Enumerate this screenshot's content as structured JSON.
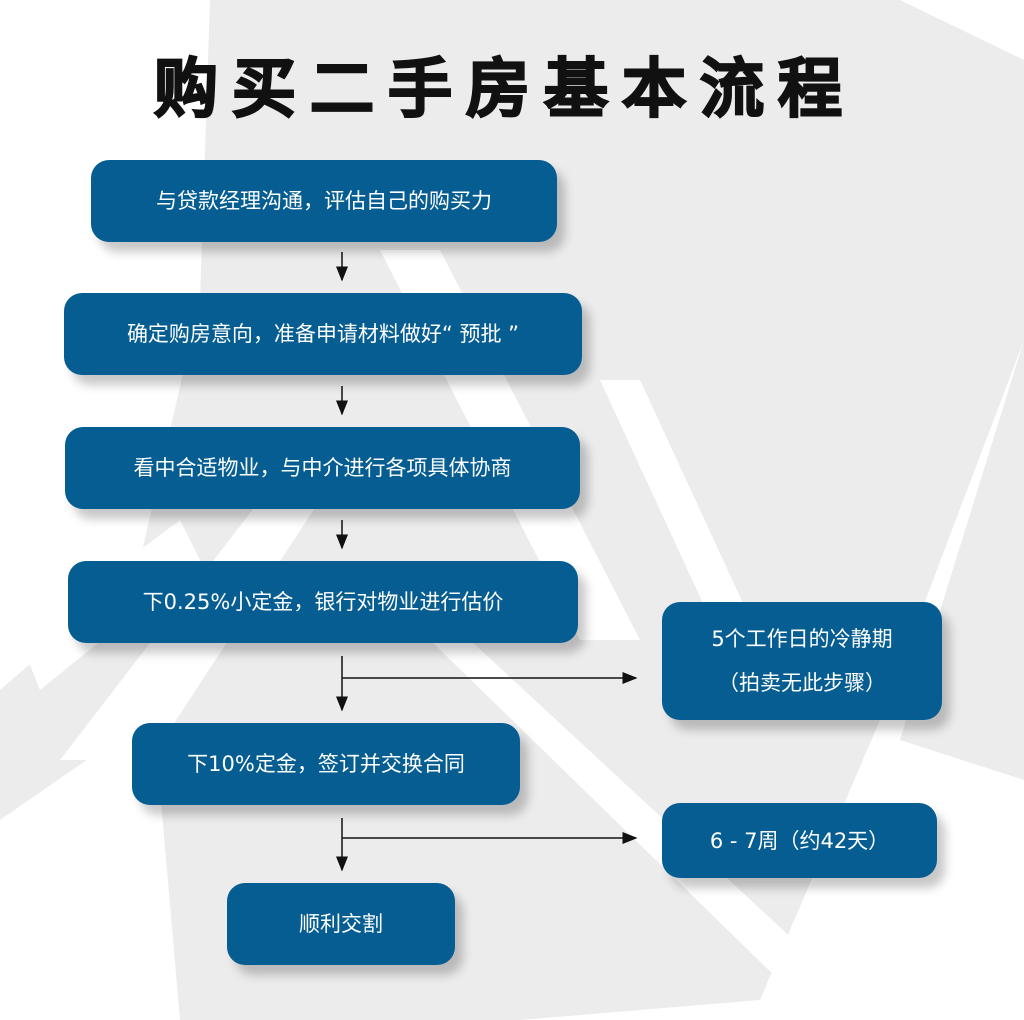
{
  "title": "购买二手房基本流程",
  "colors": {
    "box": "#065d92",
    "text": "#ffffff",
    "background_shape": "#ececec"
  },
  "steps": [
    "与贷款经理沟通，评估自己的购买力",
    "确定购房意向，准备申请材料做好“ 预批 ”",
    "看中合适物业，与中介进行各项具体协商",
    "下0.25%小定金，银行对物业进行估价",
    "下10%定金，签订并交换合同",
    "顺利交割"
  ],
  "side_notes": [
    {
      "line1": "5个工作日的冷静期",
      "line2": "（拍卖无此步骤）"
    },
    {
      "line1": "6 - 7周（约42天）"
    }
  ]
}
